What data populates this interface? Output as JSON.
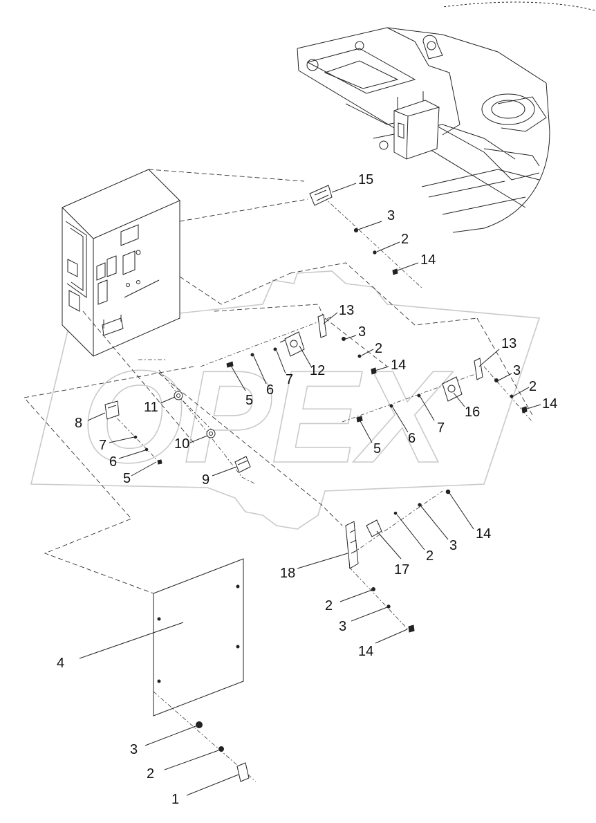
{
  "watermark": {
    "brand": "OPEX"
  },
  "callouts": [
    {
      "id": "c15a",
      "text": "15"
    },
    {
      "id": "c3a",
      "text": "3"
    },
    {
      "id": "c2a",
      "text": "2"
    },
    {
      "id": "c14a",
      "text": "14"
    },
    {
      "id": "c13a",
      "text": "13"
    },
    {
      "id": "c3b",
      "text": "3"
    },
    {
      "id": "c2b",
      "text": "2"
    },
    {
      "id": "c14b",
      "text": "14"
    },
    {
      "id": "c12",
      "text": "12"
    },
    {
      "id": "c7a",
      "text": "7"
    },
    {
      "id": "c6a",
      "text": "6"
    },
    {
      "id": "c5a",
      "text": "5"
    },
    {
      "id": "c13b",
      "text": "13"
    },
    {
      "id": "c3c",
      "text": "3"
    },
    {
      "id": "c2c",
      "text": "2"
    },
    {
      "id": "c14c",
      "text": "14"
    },
    {
      "id": "c16",
      "text": "16"
    },
    {
      "id": "c7b",
      "text": "7"
    },
    {
      "id": "c6b",
      "text": "6"
    },
    {
      "id": "c5b",
      "text": "5"
    },
    {
      "id": "c11",
      "text": "11"
    },
    {
      "id": "c8",
      "text": "8"
    },
    {
      "id": "c7c",
      "text": "7"
    },
    {
      "id": "c6c",
      "text": "6"
    },
    {
      "id": "c5c",
      "text": "5"
    },
    {
      "id": "c10",
      "text": "10"
    },
    {
      "id": "c9",
      "text": "9"
    },
    {
      "id": "c14d",
      "text": "14"
    },
    {
      "id": "c3d",
      "text": "3"
    },
    {
      "id": "c2d",
      "text": "2"
    },
    {
      "id": "c17",
      "text": "17"
    },
    {
      "id": "c18",
      "text": "18"
    },
    {
      "id": "c2e",
      "text": "2"
    },
    {
      "id": "c3e",
      "text": "3"
    },
    {
      "id": "c14e",
      "text": "14"
    },
    {
      "id": "c4",
      "text": "4"
    },
    {
      "id": "c3f",
      "text": "3"
    },
    {
      "id": "c2f",
      "text": "2"
    },
    {
      "id": "c1",
      "text": "1"
    }
  ]
}
